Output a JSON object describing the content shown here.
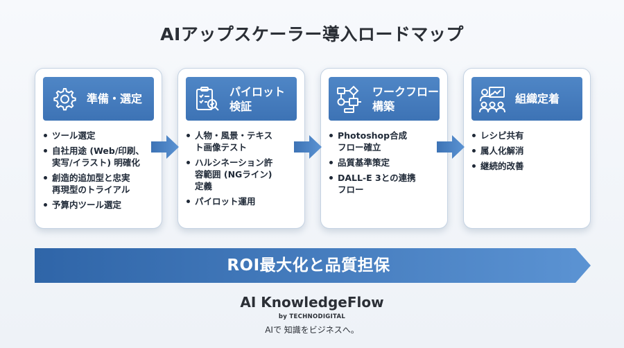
{
  "title": "AIアップスケーラー導入ロードマップ",
  "cards": [
    {
      "title": "準備・選定",
      "icon": "gear-icon",
      "items": [
        "ツール選定",
        "自社用途 (Web/印刷、\n実写/イラスト) 明確化",
        "創造的追加型と忠実\n再現型のトライアル",
        "予算内ツール選定"
      ]
    },
    {
      "title": "パイロット\n検証",
      "icon": "checklist-icon",
      "items": [
        "人物・風景・テキス\nト画像テスト",
        "ハルシネーション許\n容範囲 (NGライン)\n定義",
        "パイロット運用"
      ]
    },
    {
      "title": "ワークフロー\n構築",
      "icon": "flowchart-icon",
      "items": [
        "Photoshop合成\nフロー確立",
        "品質基準策定",
        "DALL-E 3との連携\nフロー"
      ]
    },
    {
      "title": "組織定着",
      "icon": "team-presentation-icon",
      "items": [
        "レシピ共有",
        "属人化解消",
        "継続的改善"
      ]
    }
  ],
  "banner": {
    "text": "ROI最大化と品質担保"
  },
  "footer": {
    "brand": "AI KnowledgeFlow",
    "by": "by TECHNODIGITAL",
    "tagline": "AIで 知識をビジネスへ。"
  },
  "colors": {
    "accent": "#3d73b5",
    "header_top": "#4f86c6",
    "banner_light": "#5b93d3",
    "text_dark": "#1f2937",
    "card_border": "#c5d3e3"
  }
}
